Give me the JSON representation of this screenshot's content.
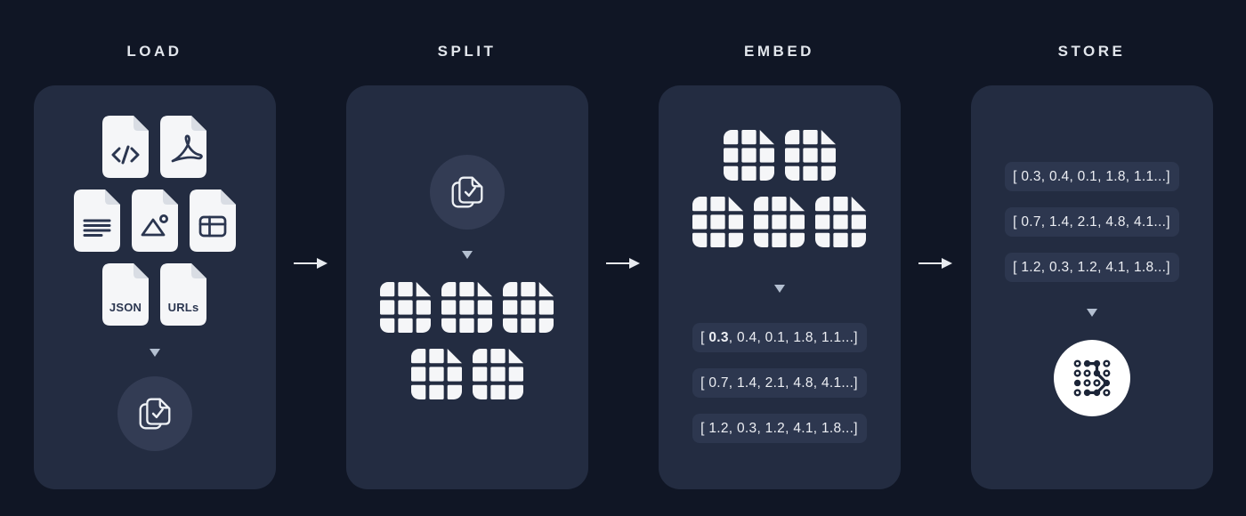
{
  "stages": [
    {
      "label": "LOAD"
    },
    {
      "label": "SPLIT"
    },
    {
      "label": "EMBED"
    },
    {
      "label": "STORE"
    }
  ],
  "load": {
    "files": [
      {
        "type": "code-file"
      },
      {
        "type": "pdf-file"
      },
      {
        "type": "text-file"
      },
      {
        "type": "image-file"
      },
      {
        "type": "table-file"
      },
      {
        "type": "json-file",
        "label": "JSON"
      },
      {
        "type": "urls-file",
        "label": "URLs"
      }
    ],
    "result_icon": "documents-loaded-check-icon"
  },
  "split": {
    "source_icon": "documents-loaded-check-icon",
    "chunk_icon": "chunk-grid-icon",
    "chunk_rows": [
      3,
      2
    ]
  },
  "embed": {
    "chunk_rows": [
      2,
      3
    ],
    "vectors": [
      {
        "pre": "[ ",
        "emph": "0.3",
        "post": ", 0.4, 0.1, 1.8, 1.1...]"
      },
      {
        "pre": "[ 0.7, 1.4, 2.1, 4.8, 4.1...]",
        "emph": "",
        "post": ""
      },
      {
        "pre": "[ 1.2, 0.3, 1.2, 4.1, 1.8...]",
        "emph": "",
        "post": ""
      }
    ]
  },
  "store": {
    "vectors": [
      "[ 0.3, 0.4, 0.1, 1.8, 1.1...]",
      "[ 0.7, 1.4, 2.1, 4.8, 4.1...]",
      "[ 1.2, 0.3, 1.2, 4.1, 1.8...]"
    ],
    "result_icon": "vector-store-icon"
  },
  "colors": {
    "background": "#101625",
    "panel": "#232c41",
    "badge_circle": "#333c54",
    "vector_pill": "#2d374f",
    "file_white": "#f5f6f8",
    "fold_gray": "#d9dde4",
    "glyph_navy": "#2b3650",
    "title_text": "#e2e6ec",
    "pill_text": "#eceef3",
    "arrow": "#e8ebf0",
    "triangle": "#b3bfd0"
  }
}
